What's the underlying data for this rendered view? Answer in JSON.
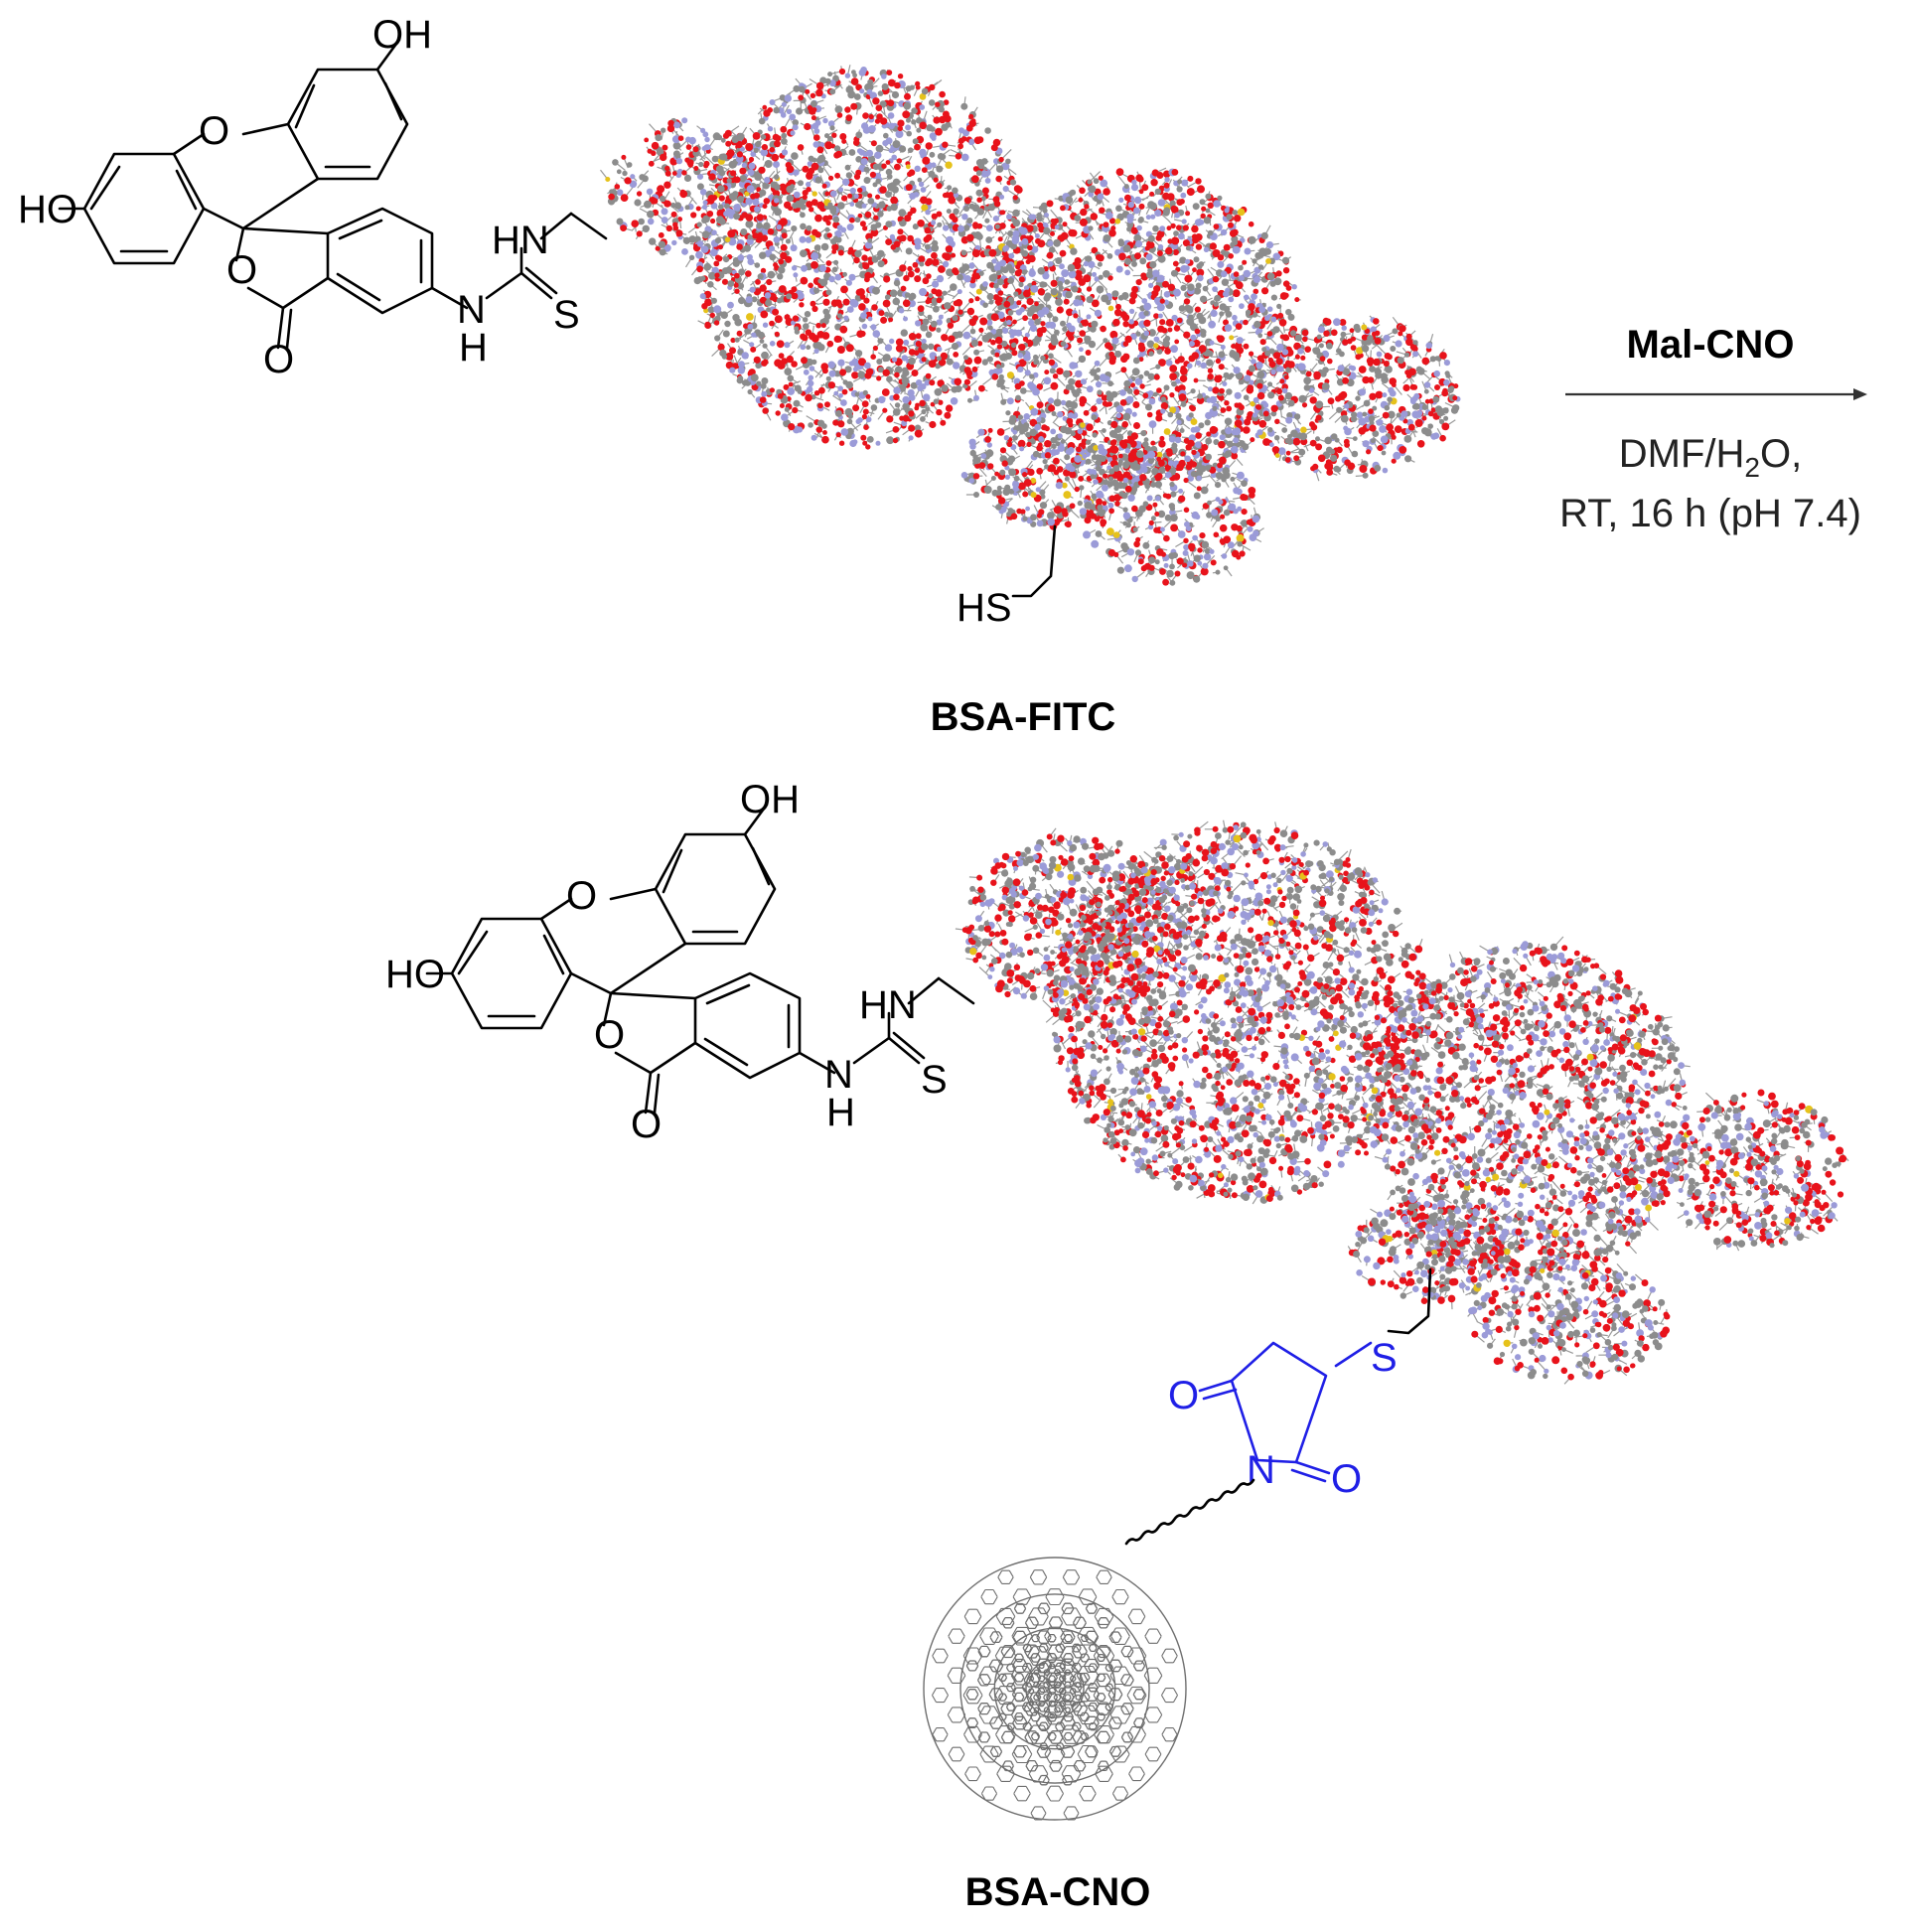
{
  "reagent": {
    "name": "Mal-CNO",
    "solvent_prefix": "DMF/H",
    "solvent_sub": "2",
    "solvent_suffix": "O,",
    "conditions": "RT, 16 h (pH 7.4)"
  },
  "compounds": {
    "top": "BSA-FITC",
    "bottom": "BSA-CNO"
  },
  "labels": {
    "oh": "OH",
    "ho": "HO",
    "o": "O",
    "hn": "HN",
    "nh_n": "N",
    "nh_h": "H",
    "s": "S",
    "hs": "HS",
    "n": "N"
  },
  "colors": {
    "linker": "#1f1fe6",
    "oxygen_atoms": "#e8131b",
    "nitrogen_atoms": "#9b9bd8",
    "carbon_atoms": "#8c8c8c",
    "sulfur_atoms": "#e6c21a",
    "onion_cage": "#6e6e6e"
  }
}
